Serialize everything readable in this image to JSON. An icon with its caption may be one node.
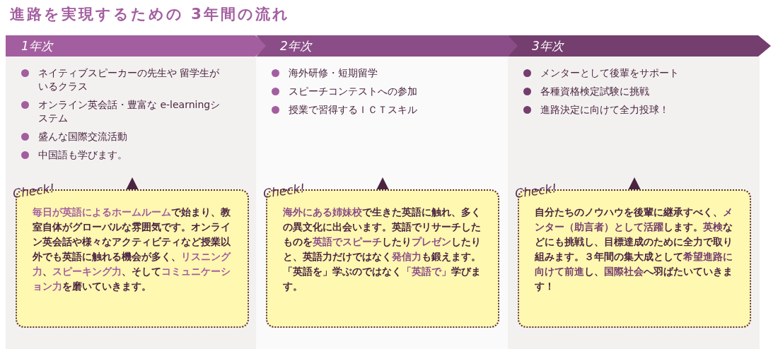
{
  "diagram": {
    "title": "進路を実現するための 3年間の流れ",
    "nodes": [
      {
        "text": [
          "1年次"
        ]
      },
      {
        "text": [
          "2年次"
        ]
      },
      {
        "text": [
          "3年次"
        ]
      },
      {
        "text": [
          "ネイティブスピーカーの先生や 留学生がいるクラス",
          "オンライン英会話・豊富な e-learningシステム",
          "盛んな国際交流活動",
          "中国語も学びます。"
        ]
      },
      {
        "text": [
          "Check!",
          "**毎日が英語によるホームルーム**で始まり、教室自体がグローバルな雰囲気です。オンライン英会話や様々なアクティビティなど授業以外でも英語に触れる機会が多く、**リスニング力**、**スピーキング力**、そして**コミュニケーション力**を磨いていきます。"
        ],
        "in": 3
      },
      {
        "text": [
          "海外研修・短期留学",
          "スピーチコンテストへの参加",
          "授業で習得するＩＣＴスキル"
        ]
      },
      {
        "text": [
          "Check!",
          "**海外にある姉妹校**で生きた英語に触れ、多くの異文化に出会います。英語でリサーチしたものを**英語でスピーチ**したり**プレゼン**したりと、英語力だけではなく**発信力**も鍛えます。「英語を」学ぶのではなく**「英語で」**学びます。"
        ],
        "in": 5
      },
      {
        "text": [
          "メンターとして後輩をサポート",
          "各種資格検定試験に挑戦",
          "進路決定に向けて全力投球！"
        ]
      },
      {
        "text": [
          "Check!",
          "自分たちのノウハウを後輩に継承すべく、**メンター（助言者）として活躍**します。**英検**などにも挑戦し、目標達成のために全力で取り組みます。３年間の集大成として**希望進路に向けて前進**し、**国際社会**へ羽ばたいていきます！"
        ],
        "in": 7
      }
    ],
    "edges": []
  }
}
